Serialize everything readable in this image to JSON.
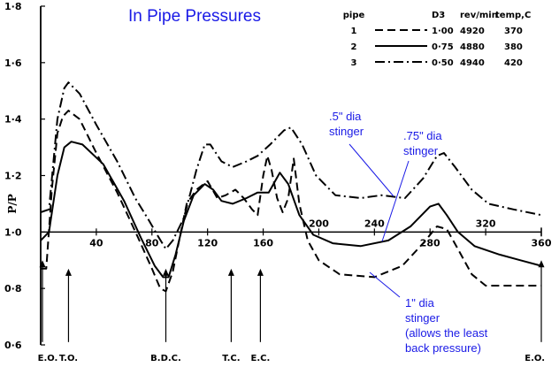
{
  "chart_data": {
    "type": "line",
    "title": "In Pipe Pressures",
    "ylabel": "P/P",
    "xlabel": "",
    "xlim": [
      0,
      360
    ],
    "ylim": [
      0.6,
      1.8
    ],
    "y_ticks": [
      "0·6",
      "0·8",
      "1·0",
      "1·2",
      "1·4",
      "1·6",
      "1·8"
    ],
    "x_ticks": [
      "40",
      "80",
      "120",
      "160",
      "200",
      "240",
      "280",
      "320",
      "360"
    ],
    "events": [
      {
        "label": "E.O.",
        "x": 0
      },
      {
        "label": "T.O.",
        "x": 20
      },
      {
        "label": "B.D.C.",
        "x": 90
      },
      {
        "label": "T.C.",
        "x": 137
      },
      {
        "label": "E.C.",
        "x": 158
      },
      {
        "label": "E.O.",
        "x": 360
      }
    ],
    "legend": {
      "headers": [
        "pipe",
        "D3",
        "rev/min",
        "temp,C"
      ],
      "rows": [
        [
          "1",
          "1·00",
          "4920",
          "370"
        ],
        [
          "2",
          "0·75",
          "4880",
          "380"
        ],
        [
          "3",
          "0·50",
          "4940",
          "420"
        ]
      ]
    },
    "series": [
      {
        "name": "1",
        "style": "dashed",
        "points": [
          [
            0,
            0.87
          ],
          [
            4,
            0.87
          ],
          [
            8,
            1.15
          ],
          [
            12,
            1.35
          ],
          [
            16,
            1.41
          ],
          [
            20,
            1.43
          ],
          [
            28,
            1.4
          ],
          [
            40,
            1.28
          ],
          [
            55,
            1.14
          ],
          [
            70,
            0.98
          ],
          [
            80,
            0.87
          ],
          [
            86,
            0.8
          ],
          [
            90,
            0.79
          ],
          [
            95,
            0.86
          ],
          [
            100,
            0.98
          ],
          [
            105,
            1.1
          ],
          [
            112,
            1.15
          ],
          [
            120,
            1.18
          ],
          [
            127,
            1.12
          ],
          [
            133,
            1.13
          ],
          [
            140,
            1.15
          ],
          [
            146,
            1.12
          ],
          [
            152,
            1.08
          ],
          [
            156,
            1.06
          ],
          [
            160,
            1.2
          ],
          [
            163,
            1.27
          ],
          [
            166,
            1.22
          ],
          [
            170,
            1.12
          ],
          [
            174,
            1.07
          ],
          [
            178,
            1.12
          ],
          [
            182,
            1.26
          ],
          [
            186,
            1.1
          ],
          [
            192,
            0.97
          ],
          [
            200,
            0.9
          ],
          [
            215,
            0.85
          ],
          [
            240,
            0.84
          ],
          [
            260,
            0.88
          ],
          [
            275,
            0.96
          ],
          [
            285,
            1.02
          ],
          [
            292,
            1.01
          ],
          [
            300,
            0.94
          ],
          [
            310,
            0.85
          ],
          [
            320,
            0.81
          ],
          [
            340,
            0.81
          ],
          [
            360,
            0.81
          ]
        ]
      },
      {
        "name": "2",
        "style": "solid",
        "points": [
          [
            0,
            0.97
          ],
          [
            6,
            1.0
          ],
          [
            12,
            1.2
          ],
          [
            17,
            1.3
          ],
          [
            22,
            1.32
          ],
          [
            30,
            1.31
          ],
          [
            45,
            1.24
          ],
          [
            60,
            1.11
          ],
          [
            72,
            0.98
          ],
          [
            82,
            0.88
          ],
          [
            88,
            0.84
          ],
          [
            92,
            0.84
          ],
          [
            97,
            0.92
          ],
          [
            103,
            1.04
          ],
          [
            110,
            1.13
          ],
          [
            118,
            1.17
          ],
          [
            124,
            1.15
          ],
          [
            130,
            1.11
          ],
          [
            138,
            1.1
          ],
          [
            148,
            1.12
          ],
          [
            156,
            1.14
          ],
          [
            164,
            1.14
          ],
          [
            172,
            1.21
          ],
          [
            178,
            1.17
          ],
          [
            186,
            1.06
          ],
          [
            196,
            0.99
          ],
          [
            210,
            0.96
          ],
          [
            230,
            0.95
          ],
          [
            250,
            0.97
          ],
          [
            266,
            1.02
          ],
          [
            280,
            1.09
          ],
          [
            286,
            1.1
          ],
          [
            292,
            1.06
          ],
          [
            300,
            1.0
          ],
          [
            312,
            0.95
          ],
          [
            330,
            0.92
          ],
          [
            345,
            0.9
          ],
          [
            360,
            0.88
          ]
        ]
      },
      {
        "name": "3",
        "style": "dash-dot",
        "points": [
          [
            0,
            1.07
          ],
          [
            6,
            1.08
          ],
          [
            12,
            1.4
          ],
          [
            17,
            1.51
          ],
          [
            20,
            1.53
          ],
          [
            28,
            1.49
          ],
          [
            40,
            1.38
          ],
          [
            55,
            1.25
          ],
          [
            68,
            1.12
          ],
          [
            78,
            1.04
          ],
          [
            85,
            0.98
          ],
          [
            90,
            0.94
          ],
          [
            95,
            0.97
          ],
          [
            103,
            1.05
          ],
          [
            112,
            1.22
          ],
          [
            118,
            1.31
          ],
          [
            122,
            1.31
          ],
          [
            130,
            1.25
          ],
          [
            138,
            1.23
          ],
          [
            148,
            1.25
          ],
          [
            156,
            1.27
          ],
          [
            165,
            1.31
          ],
          [
            175,
            1.36
          ],
          [
            180,
            1.37
          ],
          [
            188,
            1.31
          ],
          [
            198,
            1.2
          ],
          [
            212,
            1.13
          ],
          [
            230,
            1.12
          ],
          [
            245,
            1.13
          ],
          [
            262,
            1.12
          ],
          [
            275,
            1.19
          ],
          [
            285,
            1.27
          ],
          [
            290,
            1.28
          ],
          [
            298,
            1.23
          ],
          [
            310,
            1.15
          ],
          [
            322,
            1.1
          ],
          [
            340,
            1.08
          ],
          [
            360,
            1.06
          ]
        ]
      }
    ],
    "annotations": [
      {
        "lines": [
          ".5\" dia",
          "stinger"
        ]
      },
      {
        "lines": [
          ".75\" dia",
          "stinger"
        ]
      },
      {
        "lines": [
          "1\" dia",
          "stinger",
          "(allows the least",
          "back pressure)"
        ]
      }
    ]
  }
}
